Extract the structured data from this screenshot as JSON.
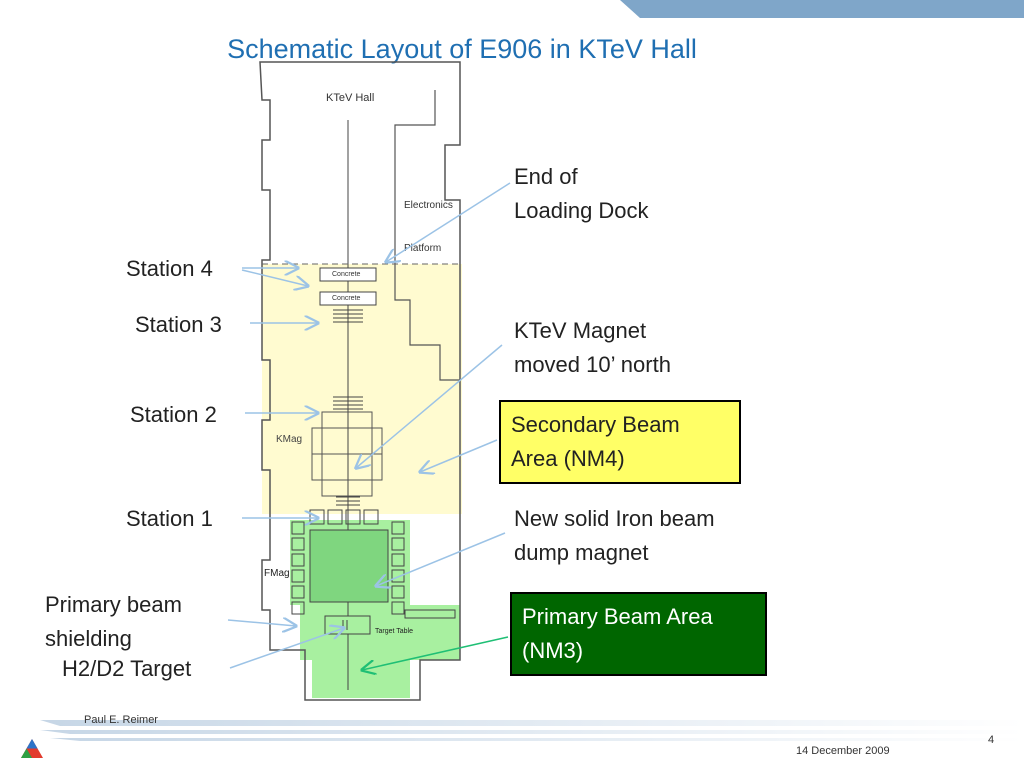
{
  "title": "Schematic Layout of E906 in KTeV Hall",
  "hall_labels": {
    "hall": "KTeV Hall",
    "electronics": "Electronics",
    "platform": "Platform",
    "concrete1": "Concrete",
    "concrete2": "Concrete",
    "kmag": "KMag",
    "fmag": "FMag",
    "target_table": "Target Table"
  },
  "station_labels": [
    "Station 4",
    "Station 3",
    "Station 2",
    "Station 1"
  ],
  "left_labels": {
    "shielding_line1": "Primary beam",
    "shielding_line2": "shielding",
    "target": "H2/D2 Target"
  },
  "right_notes": {
    "dock_line1": "End of",
    "dock_line2": "Loading Dock",
    "magnet_line1": "KTeV Magnet",
    "magnet_line2": "moved 10’ north",
    "iron_line1": "New solid Iron beam",
    "iron_line2": "dump magnet"
  },
  "secondary_box": {
    "line1": "Secondary Beam",
    "line2": "Area (NM4)",
    "bg": "#ffff66"
  },
  "primary_box": {
    "line1": "Primary Beam Area",
    "line2": "(NM3)",
    "bg": "#006600"
  },
  "footer": {
    "author": "Paul E. Reimer",
    "date": "14 December 2009",
    "page": "4"
  },
  "colors": {
    "title": "#1f6fb2",
    "arrow": "#9cc3e6",
    "green_arrow": "#1fbf75",
    "secondary_fill": "#fffbd0",
    "primary_fill": "#a8f0a0"
  }
}
